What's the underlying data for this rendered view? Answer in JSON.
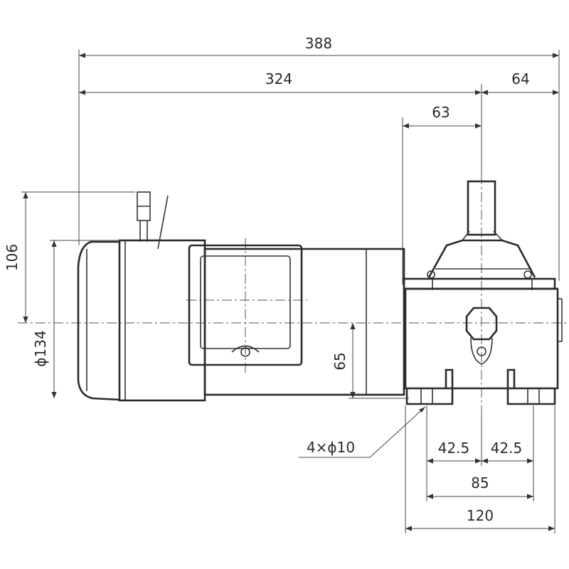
{
  "dimensions": {
    "overall_length": "388",
    "motor_length": "324",
    "gearbox_offset": "64",
    "shaft_offset": "63",
    "height": "106",
    "motor_diameter": "ϕ134",
    "center_height": "65",
    "mounting_holes": "4×ϕ10",
    "foot_half_left": "42.5",
    "foot_half_right": "42.5",
    "foot_pitch": "85",
    "base_width": "120"
  }
}
